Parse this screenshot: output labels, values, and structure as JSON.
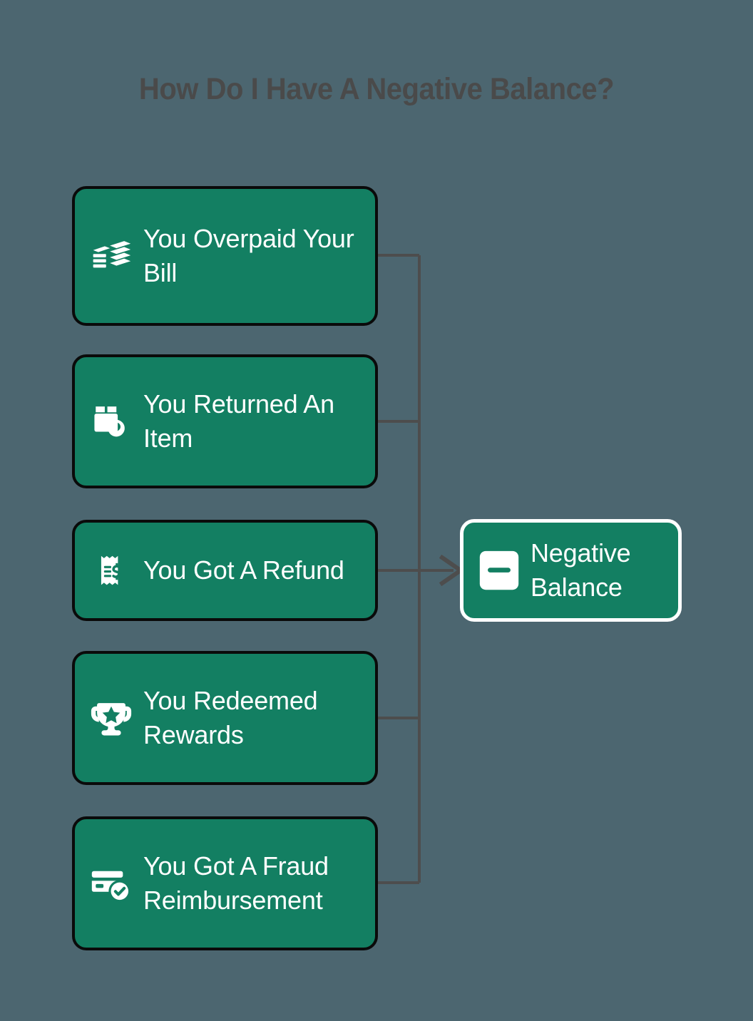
{
  "page": {
    "title": "How Do I Have A Negative Balance?",
    "background_color": "#4c6670",
    "title_color": "#4a4a4a"
  },
  "theme": {
    "box_fill": "#137f62",
    "box_border": "#0a0a0a",
    "result_border": "#ffffff",
    "text_color": "#ffffff",
    "connector_color": "#4d4d4d"
  },
  "diagram": {
    "type": "many-to-one-flow",
    "causes": [
      {
        "id": "overpaid",
        "label": "You Overpaid Your Bill",
        "icon": "money-stack-icon"
      },
      {
        "id": "returned",
        "label": "You Returned An Item",
        "icon": "box-return-icon"
      },
      {
        "id": "refund",
        "label": "You Got A Refund",
        "icon": "receipt-dollar-icon"
      },
      {
        "id": "rewards",
        "label": "You Redeemed Rewards",
        "icon": "trophy-star-icon"
      },
      {
        "id": "fraud",
        "label": "You Got A Fraud Reimbursement",
        "icon": "credit-card-check-icon"
      }
    ],
    "result": {
      "id": "negative-balance",
      "label": "Negative Balance",
      "icon": "minus-square-icon"
    }
  }
}
